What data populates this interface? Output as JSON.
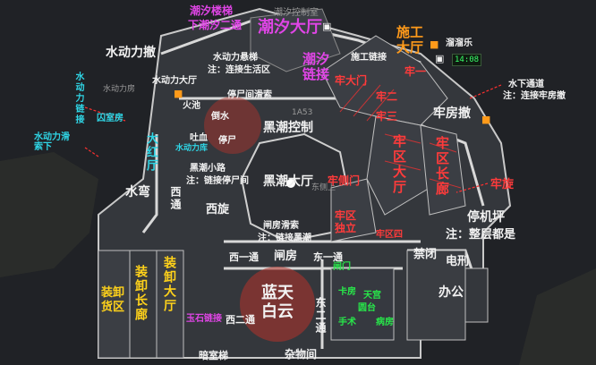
{
  "map": {
    "colors": {
      "room": "#3a3d42",
      "corridor": "#d8d8d8",
      "red_zone": "#ff3030",
      "magenta": "#e045e6",
      "cyan": "#2fd6e6",
      "yellow": "#ffd21a",
      "green": "#28e64a",
      "orange": "#ff9a1a"
    },
    "labels": {
      "tide_control_room": "潮汐控制室",
      "tide_stairs": "潮汐楼梯",
      "down_tide_2f": "下潮汐二通",
      "tide_hall": "潮汐大厅",
      "tide_link": "潮汐链接",
      "construction_hall": "施工大厅",
      "ball_room": "溜溜乐",
      "clock": "14:08",
      "hydro_withdraw": "水动力撤",
      "hydro_hall": "水动力大厅",
      "hydro_stairs": "水动力悬梯",
      "hydro_stairs_note": "注：连接生活区",
      "hydro_link": "水动力链接",
      "hydro_slide": "水动力滑索下",
      "hydro_room": "水动力房",
      "cell_room": "囚室房",
      "big_red_hall": "大红厅",
      "hydro_storage": "水动力库",
      "prisoner_room_zipline": "停尸间滑索",
      "fire_pool": "火池",
      "dump_pool": "倒水",
      "stop_pool": "停尸",
      "blood": "吐血",
      "black_tide_control": "黑潮控制",
      "black_tide_small_road": "黑潮小路",
      "black_tide_small_note": "注：链接停尸间",
      "black_tide_hall": "黑潮大厅",
      "construction_connect": "施工链接",
      "cell_gate": "牢大门",
      "cell_1": "牢一",
      "cell_2": "牢二",
      "cell_3": "牢三",
      "cell_withdraw": "牢房撤",
      "cell_side_gate": "牢侧门",
      "cell_hall": "牢区大厅",
      "cell_corridor": "牢区长廊",
      "cell_independent": "牢区独立",
      "cell_loop": "牢旋",
      "down_link": "水下通道",
      "down_link_note": "注：连接牢房撤",
      "cell_fourth": "牢区四",
      "water_bend": "水弯",
      "west_loop": "西旋",
      "west_pass": "西通",
      "prison_zipline": "闸房滑索",
      "prison_zipline_note": "注：链接黑潮",
      "west_one_pass": "西一通",
      "gate_room": "闸房",
      "east_one_pass": "东一通",
      "gate_room_small": "闸门",
      "parking_pad": "停机坪",
      "parking_note": "注：整层都是",
      "closed": "禁闭",
      "electric": "电刑",
      "office": "办公",
      "loading_cargo": "装卸货区",
      "loading_corridor": "装卸长廊",
      "loading_hall": "装卸大厅",
      "blue_sky_white_cloud": "蓝天白云",
      "east_two": "东二通",
      "west_two": "西二通",
      "jade_link": "玉石链接",
      "dark_stairs": "暗室梯",
      "misc_room": "杂物间",
      "card_room": "卡房",
      "sky_dome": "天宫",
      "hand_craft": "手术",
      "lab": "病房",
      "round_table": "圆台",
      "east_gate_label": "东侧上",
      "stop_count": "1A53"
    }
  }
}
